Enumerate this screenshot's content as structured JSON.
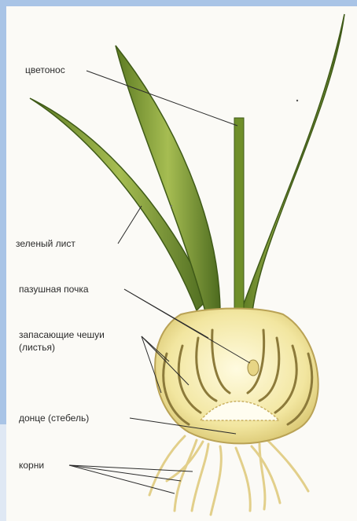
{
  "diagram": {
    "labels": {
      "flower_stalk": "цветонос",
      "green_leaf": "зеленый лист",
      "axillary_bud": "пазушная почка",
      "storage_scales_1": "запасающие чешуи",
      "storage_scales_2": "(листья)",
      "bottom": "донце (стебель)",
      "roots": "корни"
    },
    "colors": {
      "background": "#a9c4e6",
      "paper": "#fbfaf6",
      "leaf_dark": "#4d6b1f",
      "leaf_light": "#9db54a",
      "bulb": "#f1e7a6",
      "bulb_outline": "#b9a255",
      "roots": "#e9d89a"
    }
  }
}
